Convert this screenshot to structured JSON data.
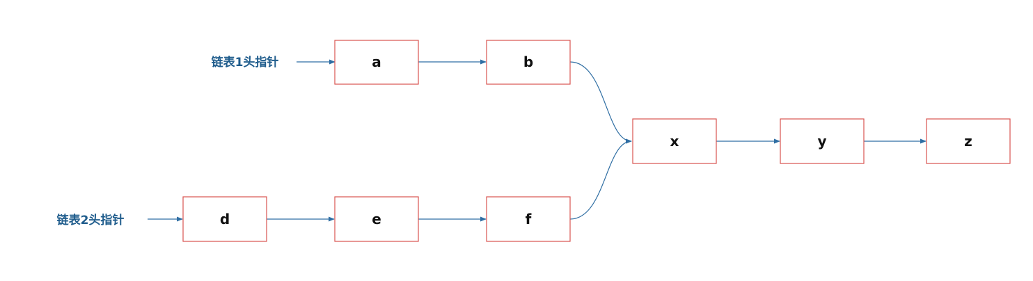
{
  "colors": {
    "node_border": "#d9534f",
    "edge": "#2f6ea3",
    "label": "#1f5c8c",
    "node_text": "#111111"
  },
  "pointers": {
    "list1_head": "链表1头指针",
    "list2_head": "链表2头指针"
  },
  "nodes": {
    "a": "a",
    "b": "b",
    "d": "d",
    "e": "e",
    "f": "f",
    "x": "x",
    "y": "y",
    "z": "z"
  },
  "edges": [
    {
      "from": "list1_head",
      "to": "a"
    },
    {
      "from": "a",
      "to": "b"
    },
    {
      "from": "b",
      "to": "x"
    },
    {
      "from": "list2_head",
      "to": "d"
    },
    {
      "from": "d",
      "to": "e"
    },
    {
      "from": "e",
      "to": "f"
    },
    {
      "from": "f",
      "to": "x"
    },
    {
      "from": "x",
      "to": "y"
    },
    {
      "from": "y",
      "to": "z"
    }
  ]
}
